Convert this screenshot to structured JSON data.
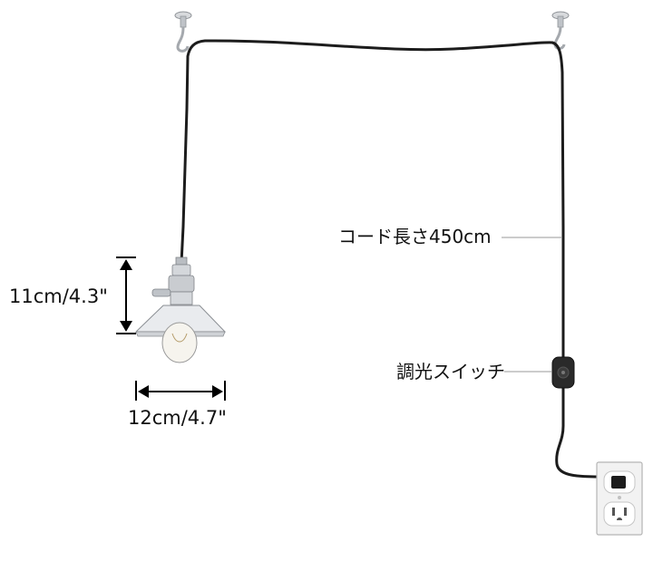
{
  "dimensions": {
    "height": "11cm/4.3\"",
    "width": "12cm/4.7\""
  },
  "callouts": {
    "cord_length": "コード長さ450cm",
    "dimmer_switch": "調光スイッチ"
  },
  "colors": {
    "cord": "#1c1c1c",
    "metal": "#c9ccd0",
    "leader_line": "#9a9a9a",
    "outlet_plate": "#f2f2f2"
  },
  "icons": {
    "lamp": "pendant-lamp-icon",
    "hook": "ceiling-hook-icon",
    "switch": "dimmer-switch-icon",
    "outlet": "wall-outlet-icon"
  }
}
